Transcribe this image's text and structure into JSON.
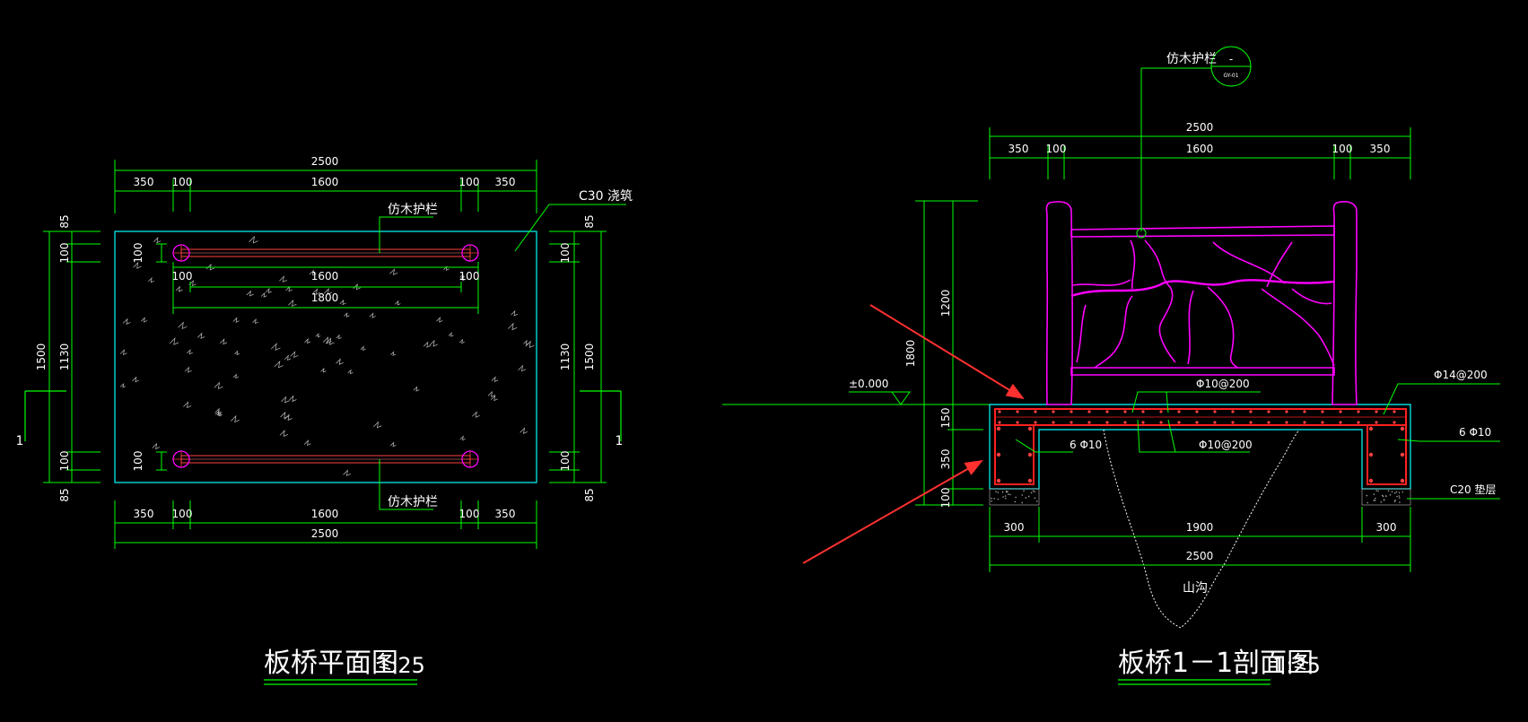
{
  "plan": {
    "title": "板桥平面图",
    "scale": "1:25",
    "top_total": "2500",
    "top_segments": [
      "350",
      "100",
      "1600",
      "100",
      "350"
    ],
    "bottom_segments": [
      "350",
      "100",
      "1600",
      "100",
      "350"
    ],
    "bottom_total": "2500",
    "inner_1600": "1600",
    "inner_1800": "1800",
    "inner_100_left": "100",
    "inner_100_right": "100",
    "left_dims": [
      "85",
      "100",
      "1130",
      "100",
      "85"
    ],
    "left_total": "1500",
    "right_dims": [
      "85",
      "100",
      "1130",
      "100",
      "85"
    ],
    "right_total": "1500",
    "small_100_labels": [
      "100",
      "100"
    ],
    "section_mark": "1",
    "railing_top": "仿木护栏",
    "railing_bottom": "仿木护栏",
    "concrete": "C30 浇筑"
  },
  "section": {
    "title": "板桥1－1剖面图",
    "scale": "1:25",
    "top_total": "2500",
    "top_segments": [
      "350",
      "100",
      "1600",
      "100",
      "350"
    ],
    "railing_label": "仿木护栏",
    "detail_circle_top": "-",
    "detail_circle_bottom": "GY-01",
    "elevation": "±0.000",
    "left_dims": [
      "1200",
      "150",
      "350",
      "100"
    ],
    "left_total": "1800",
    "rebar_top": "Φ10@200",
    "rebar_mid": "Φ10@200",
    "rebar_left": "6 Φ10",
    "rebar_top_right": "Φ14@200",
    "rebar_right": "6 Φ10",
    "cushion": "C20 垫层",
    "bottom_segments": [
      "300",
      "1900",
      "300"
    ],
    "bottom_total": "2500",
    "ravine": "山沟"
  },
  "colors": {
    "background": "#000000",
    "dimension": "#00ff00",
    "outline": "#00ffff",
    "railing": "#ff00ff",
    "rebar": "#ff2020",
    "text": "#ffffff",
    "arrow": "#ff3030"
  }
}
